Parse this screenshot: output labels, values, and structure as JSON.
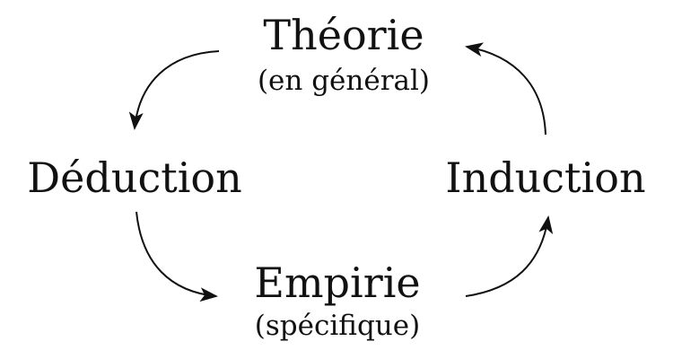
{
  "nodes": {
    "top": {
      "label": "Théorie",
      "sub": "(en général)"
    },
    "left": {
      "label": "Déduction"
    },
    "right": {
      "label": "Induction"
    },
    "bottom": {
      "label": "Empirie",
      "sub": "(spécifique)"
    }
  },
  "colors": {
    "ink": "#111111",
    "background": "#ffffff"
  }
}
